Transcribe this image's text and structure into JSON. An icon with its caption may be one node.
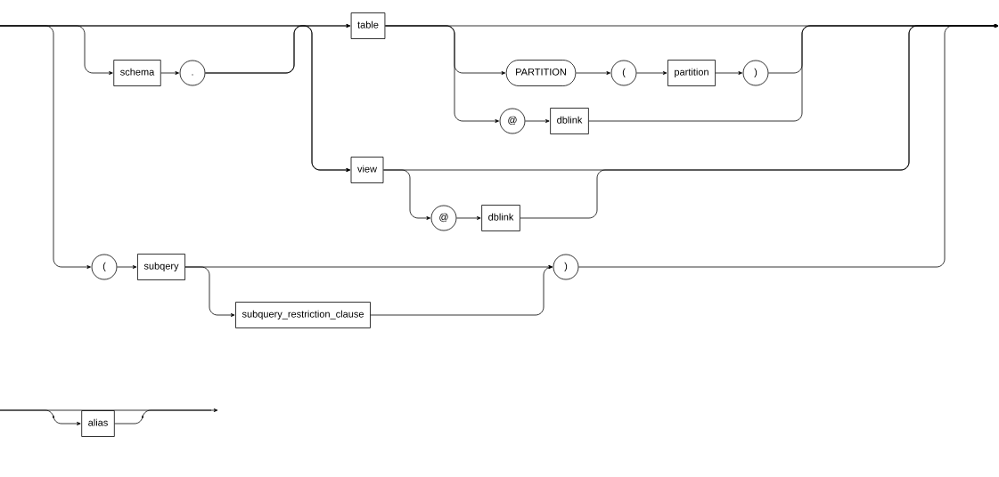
{
  "diagram": {
    "nodes": [
      {
        "text": [
          "schema"
        ]
      },
      {
        "text": [
          "."
        ]
      },
      {
        "text": [
          "table"
        ]
      },
      {
        "text": [
          "PARTITION"
        ]
      },
      {
        "text": [
          "("
        ]
      },
      {
        "text": [
          "partition"
        ]
      },
      {
        "text": [
          ")"
        ]
      },
      {
        "text": [
          "@"
        ]
      },
      {
        "text": [
          "dblink"
        ]
      },
      {
        "text": [
          "view"
        ]
      },
      {
        "text": [
          "@"
        ]
      },
      {
        "text": [
          "dblink"
        ]
      },
      {
        "text": [
          "("
        ]
      },
      {
        "text": [
          "subqery"
        ]
      },
      {
        "text": [
          ")"
        ]
      },
      {
        "text": [
          "subquery_restriction_clause"
        ]
      },
      {
        "text": [
          "alias"
        ]
      }
    ],
    "edges": [
      {
        "from": null,
        "to": 2,
        "arrow": "to"
      },
      {
        "from": null,
        "to": 0,
        "arrow": "to"
      },
      {
        "from": 0,
        "to": 1,
        "arrow": "to"
      },
      {
        "from": 1,
        "to": 2,
        "arrow": "to"
      },
      {
        "from": null,
        "to": 9,
        "arrow": "to"
      },
      {
        "from": 1,
        "to": 9,
        "arrow": "to"
      },
      {
        "from": null,
        "to": 12,
        "arrow": "to"
      },
      {
        "from": 2,
        "to": 3,
        "arrow": "to"
      },
      {
        "from": 3,
        "to": 4,
        "arrow": "to"
      },
      {
        "from": 4,
        "to": 5,
        "arrow": "to"
      },
      {
        "from": 5,
        "to": 6,
        "arrow": "to"
      },
      {
        "from": 2,
        "to": 7,
        "arrow": "to"
      },
      {
        "from": 7,
        "to": 8,
        "arrow": "to"
      },
      {
        "from": 2,
        "to": null,
        "arrow": "to"
      },
      {
        "from": 6,
        "to": null,
        "arrow": "to"
      },
      {
        "from": 8,
        "to": null,
        "arrow": "to"
      },
      {
        "from": 9,
        "to": 10,
        "arrow": "to"
      },
      {
        "from": 10,
        "to": 11,
        "arrow": "to"
      },
      {
        "from": 9,
        "to": null,
        "arrow": "to"
      },
      {
        "from": 11,
        "to": null,
        "arrow": "to"
      },
      {
        "from": 12,
        "to": 13,
        "arrow": "to"
      },
      {
        "from": 13,
        "to": 14,
        "arrow": "to"
      },
      {
        "from": 13,
        "to": 15,
        "arrow": "to"
      },
      {
        "from": 15,
        "to": 14,
        "arrow": "to"
      },
      {
        "from": 14,
        "to": null,
        "arrow": "to"
      },
      {
        "from": null,
        "to": 16,
        "arrow": "to"
      },
      {
        "from": 16,
        "to": null,
        "arrow": "to"
      }
    ]
  }
}
